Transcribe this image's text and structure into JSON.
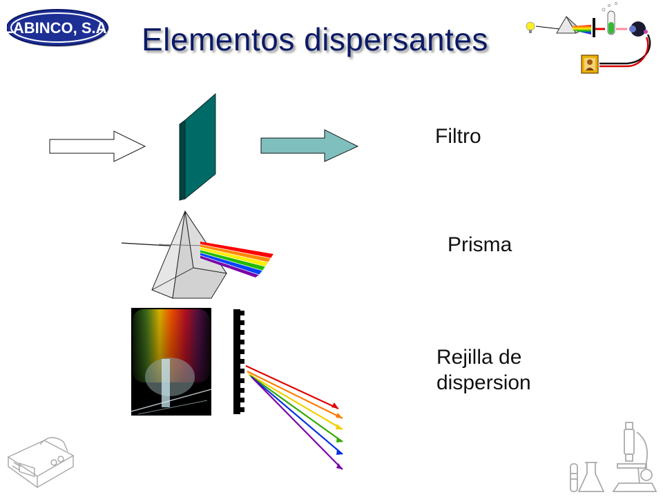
{
  "logo": {
    "text": "LABINCO, S.A.",
    "colors": {
      "fill": "#1d2f95",
      "rim": "#ffffff",
      "text": "#ffffff"
    }
  },
  "title": "Elementos dispersantes",
  "labels": {
    "filtro": "Filtro",
    "prisma": "Prisma",
    "rejilla_line1": "Rejilla de",
    "rejilla_line2": "dispersion"
  },
  "colors": {
    "title": "#0b1a66",
    "filter": "#006a66",
    "filter_edge": "#00423f",
    "arrow_out": "#7fbfbe",
    "prism_fill": "#d8d8d8",
    "spectrum": [
      "#ff0000",
      "#ff8800",
      "#ffee00",
      "#22bb00",
      "#0044ff",
      "#7a00a8"
    ]
  },
  "icons": [
    "labinco-logo",
    "spectrophotometer-scheme-icon",
    "spectrophotometer-device-icon",
    "microscope-glassware-icon",
    "grating-photo"
  ]
}
